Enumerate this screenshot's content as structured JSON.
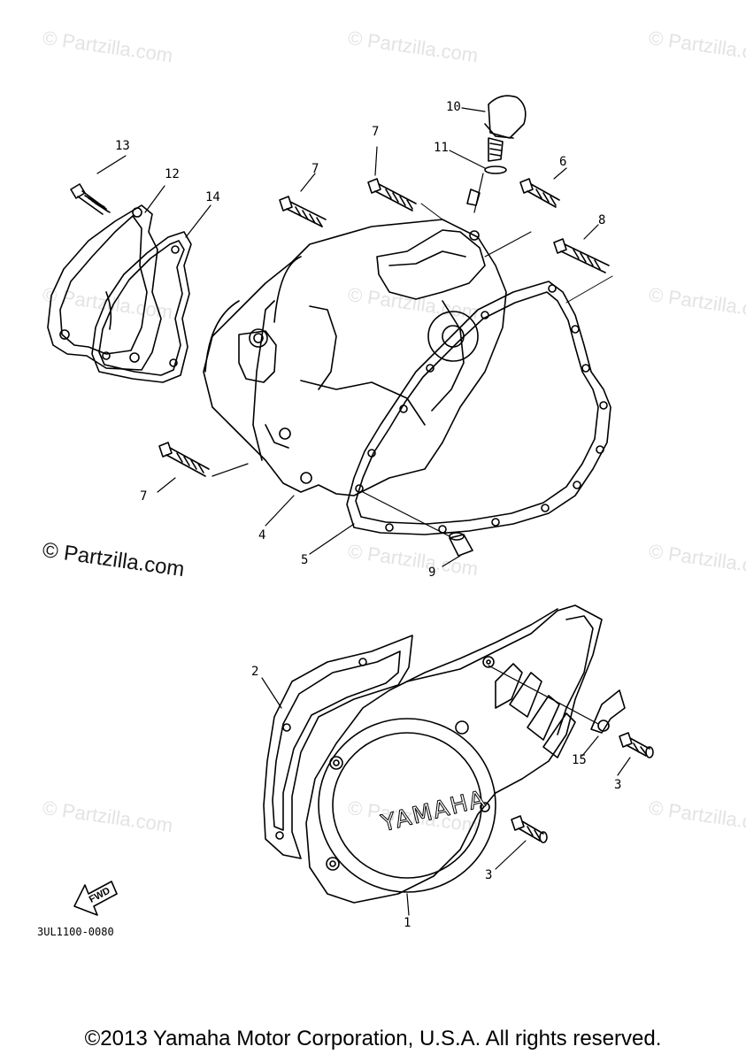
{
  "watermark_text": "© Partzilla.com",
  "watermark_main": "© Partzilla.com",
  "callouts": {
    "c1": "1",
    "c2": "2",
    "c3a": "3",
    "c3b": "3",
    "c4": "4",
    "c5": "5",
    "c6": "6",
    "c7a": "7",
    "c7b": "7",
    "c7c": "7",
    "c8": "8",
    "c9": "9",
    "c10": "10",
    "c11": "11",
    "c12": "12",
    "c13": "13",
    "c14": "14",
    "c15": "15"
  },
  "cover_logo": "YAMAHA",
  "fwd_label": "FWD",
  "diagram_code": "3UL1100-0080",
  "copyright": "©2013 Yamaha Motor Corporation, U.S.A. All rights reserved."
}
